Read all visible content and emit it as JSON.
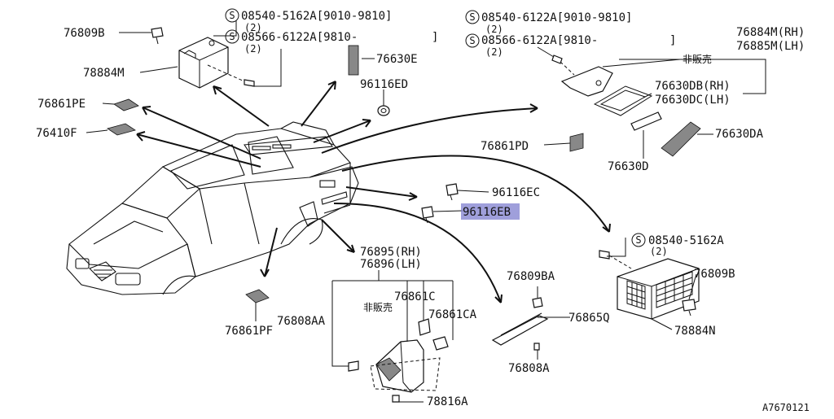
{
  "diagram": {
    "figure_id": "A7670121",
    "not_for_sale": "非販売",
    "bolt_symbol": "S",
    "labels": {
      "p76809B_top": "76809B",
      "p78884M": "78884M",
      "p76861PE": "76861PE",
      "p76410F": "76410F",
      "bolt1": "08540-5162A[9010-9810]",
      "bolt1_qty": "(2)",
      "bolt2": "08566-6122A[9810-",
      "bolt2_close": "]",
      "bolt2_qty": "(2)",
      "p76630E": "76630E",
      "p96116ED": "96116ED",
      "bolt3": "08540-6122A[9010-9810]",
      "bolt3_qty": "(2)",
      "bolt4": "08566-6122A[9810-",
      "bolt4_close": "]",
      "bolt4_qty": "(2)",
      "p76884M_rh": "76884M(RH)",
      "p76885M_lh": "76885M(LH)",
      "p76630DB_rh": "76630DB(RH)",
      "p76630DC_lh": "76630DC(LH)",
      "p76861PD": "76861PD",
      "p76630DA": "76630DA",
      "p76630D": "76630D",
      "p96116EC": "96116EC",
      "p96116EB": "96116EB",
      "bolt5": "08540-5162A",
      "bolt5_qty": "(2)",
      "p76809B_right": "76809B",
      "p78884N": "78884N",
      "p76895_rh": "76895(RH)",
      "p76896_lh": "76896(LH)",
      "p76861C": "76861C",
      "p76861CA": "76861CA",
      "p76808AA": "76808AA",
      "p76809BA": "76809BA",
      "p76865Q": "76865Q",
      "p76808A": "76808A",
      "p76861PF": "76861PF",
      "p78816A": "78816A"
    }
  }
}
